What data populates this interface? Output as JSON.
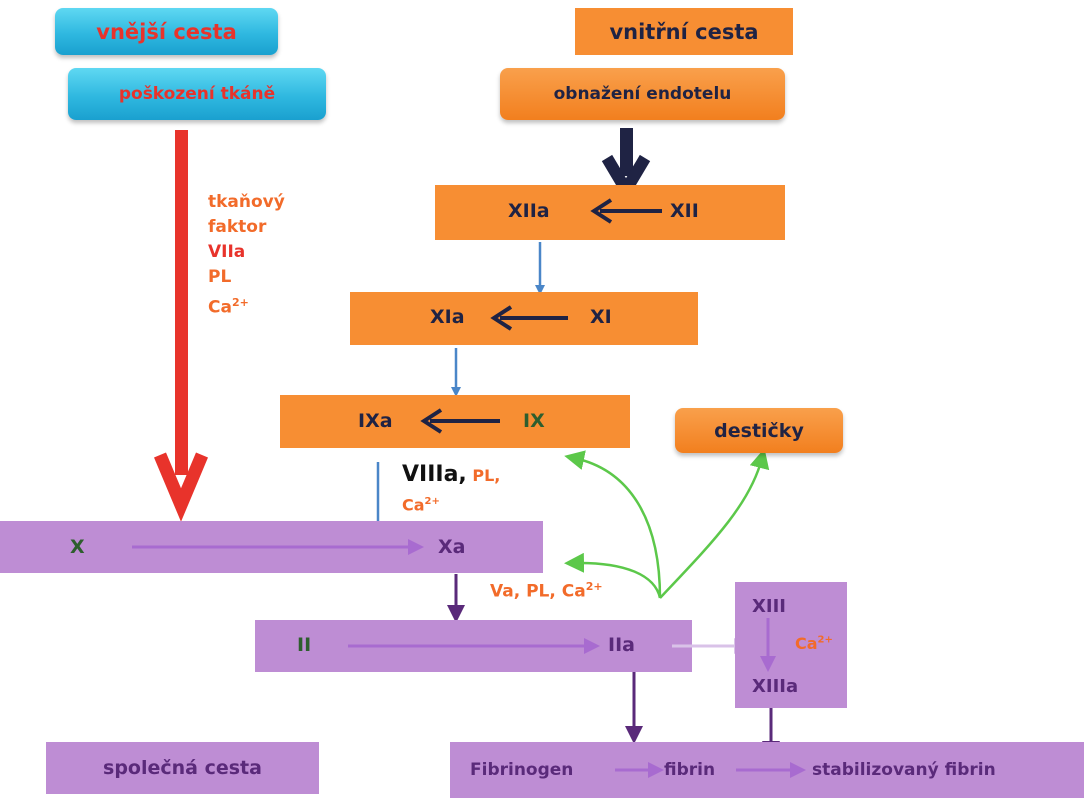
{
  "extrinsic": {
    "title": "vnější cesta",
    "trigger": "poškození tkáně"
  },
  "intrinsic": {
    "title": "vnitřní cesta",
    "trigger": "obnažení endotelu"
  },
  "cofactors_extrinsic": {
    "line1": "tkaňový",
    "line2": "faktor",
    "line3": "VIIa",
    "line4": "PL",
    "line5_base": "Ca",
    "line5_sup": "2+"
  },
  "factor_xii": {
    "active": "XIIa",
    "inactive": "XII"
  },
  "factor_xi": {
    "active": "XIa",
    "inactive": "XI"
  },
  "factor_ix": {
    "active": "IXa",
    "inactive": "IX"
  },
  "platelets": "destičky",
  "cofactors_viii": {
    "main": "VIIIa,",
    "pl": "PL,",
    "ca_base": "Ca",
    "ca_sup": "2+"
  },
  "factor_x": {
    "inactive": "X",
    "active": "Xa"
  },
  "cofactors_v": {
    "main": "Va, PL, Ca",
    "sup": "2+"
  },
  "factor_ii": {
    "inactive": "II",
    "active": "IIa"
  },
  "factor_xiii": {
    "inactive": "XIII",
    "active": "XIIIa",
    "ca_base": "Ca",
    "ca_sup": "2+"
  },
  "common_pathway": "společná cesta",
  "fibrin_row": {
    "fibrinogen": "Fibrinogen",
    "fibrin": "fibrin",
    "stabilized": "stabilizovaný fibrin"
  },
  "colors": {
    "cyan": "#2fb8e0",
    "orange": "#f78e33",
    "purple": "#be8dd4",
    "red": "#e8332b",
    "navy": "#1f2344",
    "blue_arrow": "#4a86c8",
    "green_arrow": "#5cc84a",
    "purple_arrow": "#5a2a7a",
    "label_orange": "#f26b2a",
    "label_green": "#2e5e2e"
  }
}
